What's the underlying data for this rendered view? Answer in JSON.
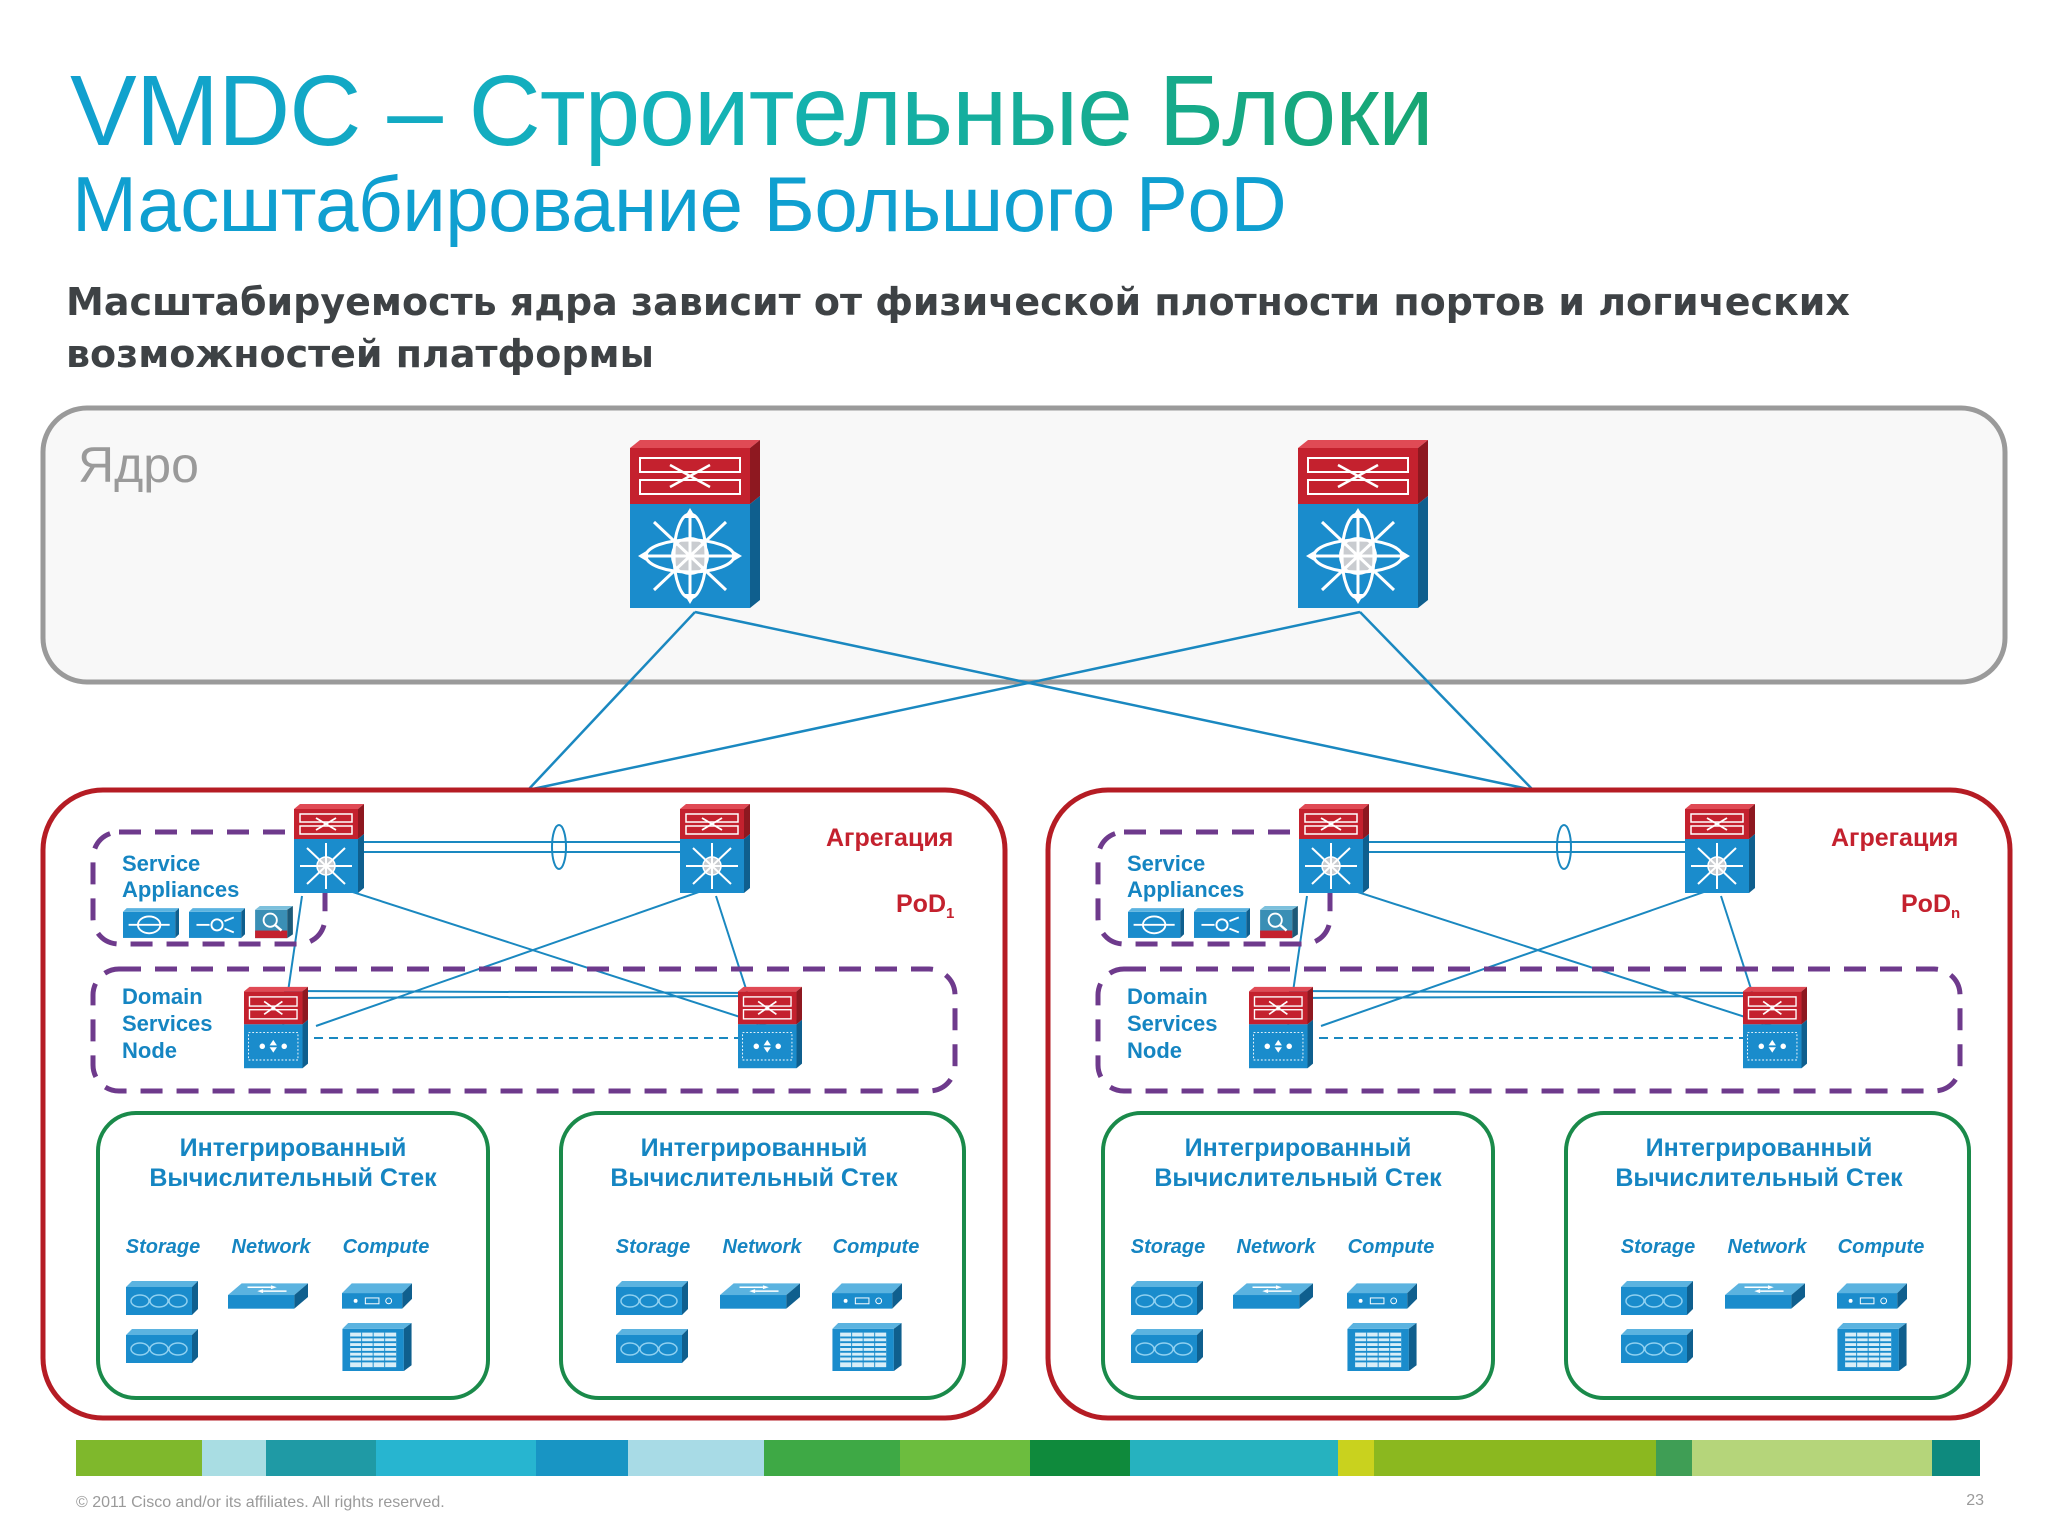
{
  "title": "VMDC – Строительные Блоки",
  "subtitle": "Масштабирование Большого PoD",
  "lead": "Масштабируемость ядра зависит от физической плотности портов и логических возможностей платформы",
  "core": {
    "label": "Ядро"
  },
  "pods": [
    {
      "aggregation_label": "Агрегация",
      "pod_label": "PoD",
      "pod_sub": "1",
      "service_appliances": {
        "line1": "Service",
        "line2": "Appliances"
      },
      "domain_services": {
        "line1": "Domain",
        "line2": "Services",
        "line3": "Node"
      },
      "stacks": [
        {
          "title1": "Интегрированный",
          "title2": "Вычислительный Стек",
          "col1": "Storage",
          "col2": "Network",
          "col3": "Compute"
        },
        {
          "title1": "Интегрированный",
          "title2": "Вычислительный Стек",
          "col1": "Storage",
          "col2": "Network",
          "col3": "Compute"
        }
      ]
    },
    {
      "aggregation_label": "Агрегация",
      "pod_label": "PoD",
      "pod_sub": "n",
      "service_appliances": {
        "line1": "Service",
        "line2": "Appliances"
      },
      "domain_services": {
        "line1": "Domain",
        "line2": "Services",
        "line3": "Node"
      },
      "stacks": [
        {
          "title1": "Интегрированный",
          "title2": "Вычислительный Стек",
          "col1": "Storage",
          "col2": "Network",
          "col3": "Compute"
        },
        {
          "title1": "Интегрированный",
          "title2": "Вычислительный Стек",
          "col1": "Storage",
          "col2": "Network",
          "col3": "Compute"
        }
      ]
    }
  ],
  "colors": {
    "core_border": "#9a9a9a",
    "pod_border": "#b51c24",
    "stack_border": "#1a8a4a",
    "dashed_border": "#6e3a8c",
    "link": "#1a88c0",
    "switch_red": "#c4212e",
    "switch_blue": "#1585c2"
  },
  "footer": "© 2011 Cisco and/or its affiliates. All rights reserved.",
  "page_number": "23"
}
